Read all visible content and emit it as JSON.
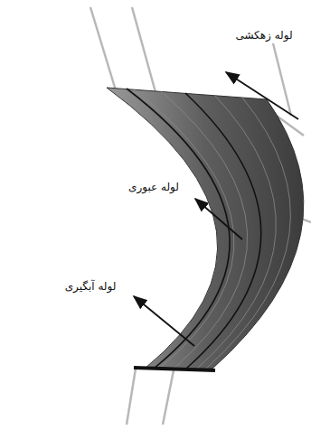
{
  "diagram": {
    "labels": [
      "لوله زهکشی",
      "لوله عبوری",
      "لوله آبگیری"
    ]
  }
}
